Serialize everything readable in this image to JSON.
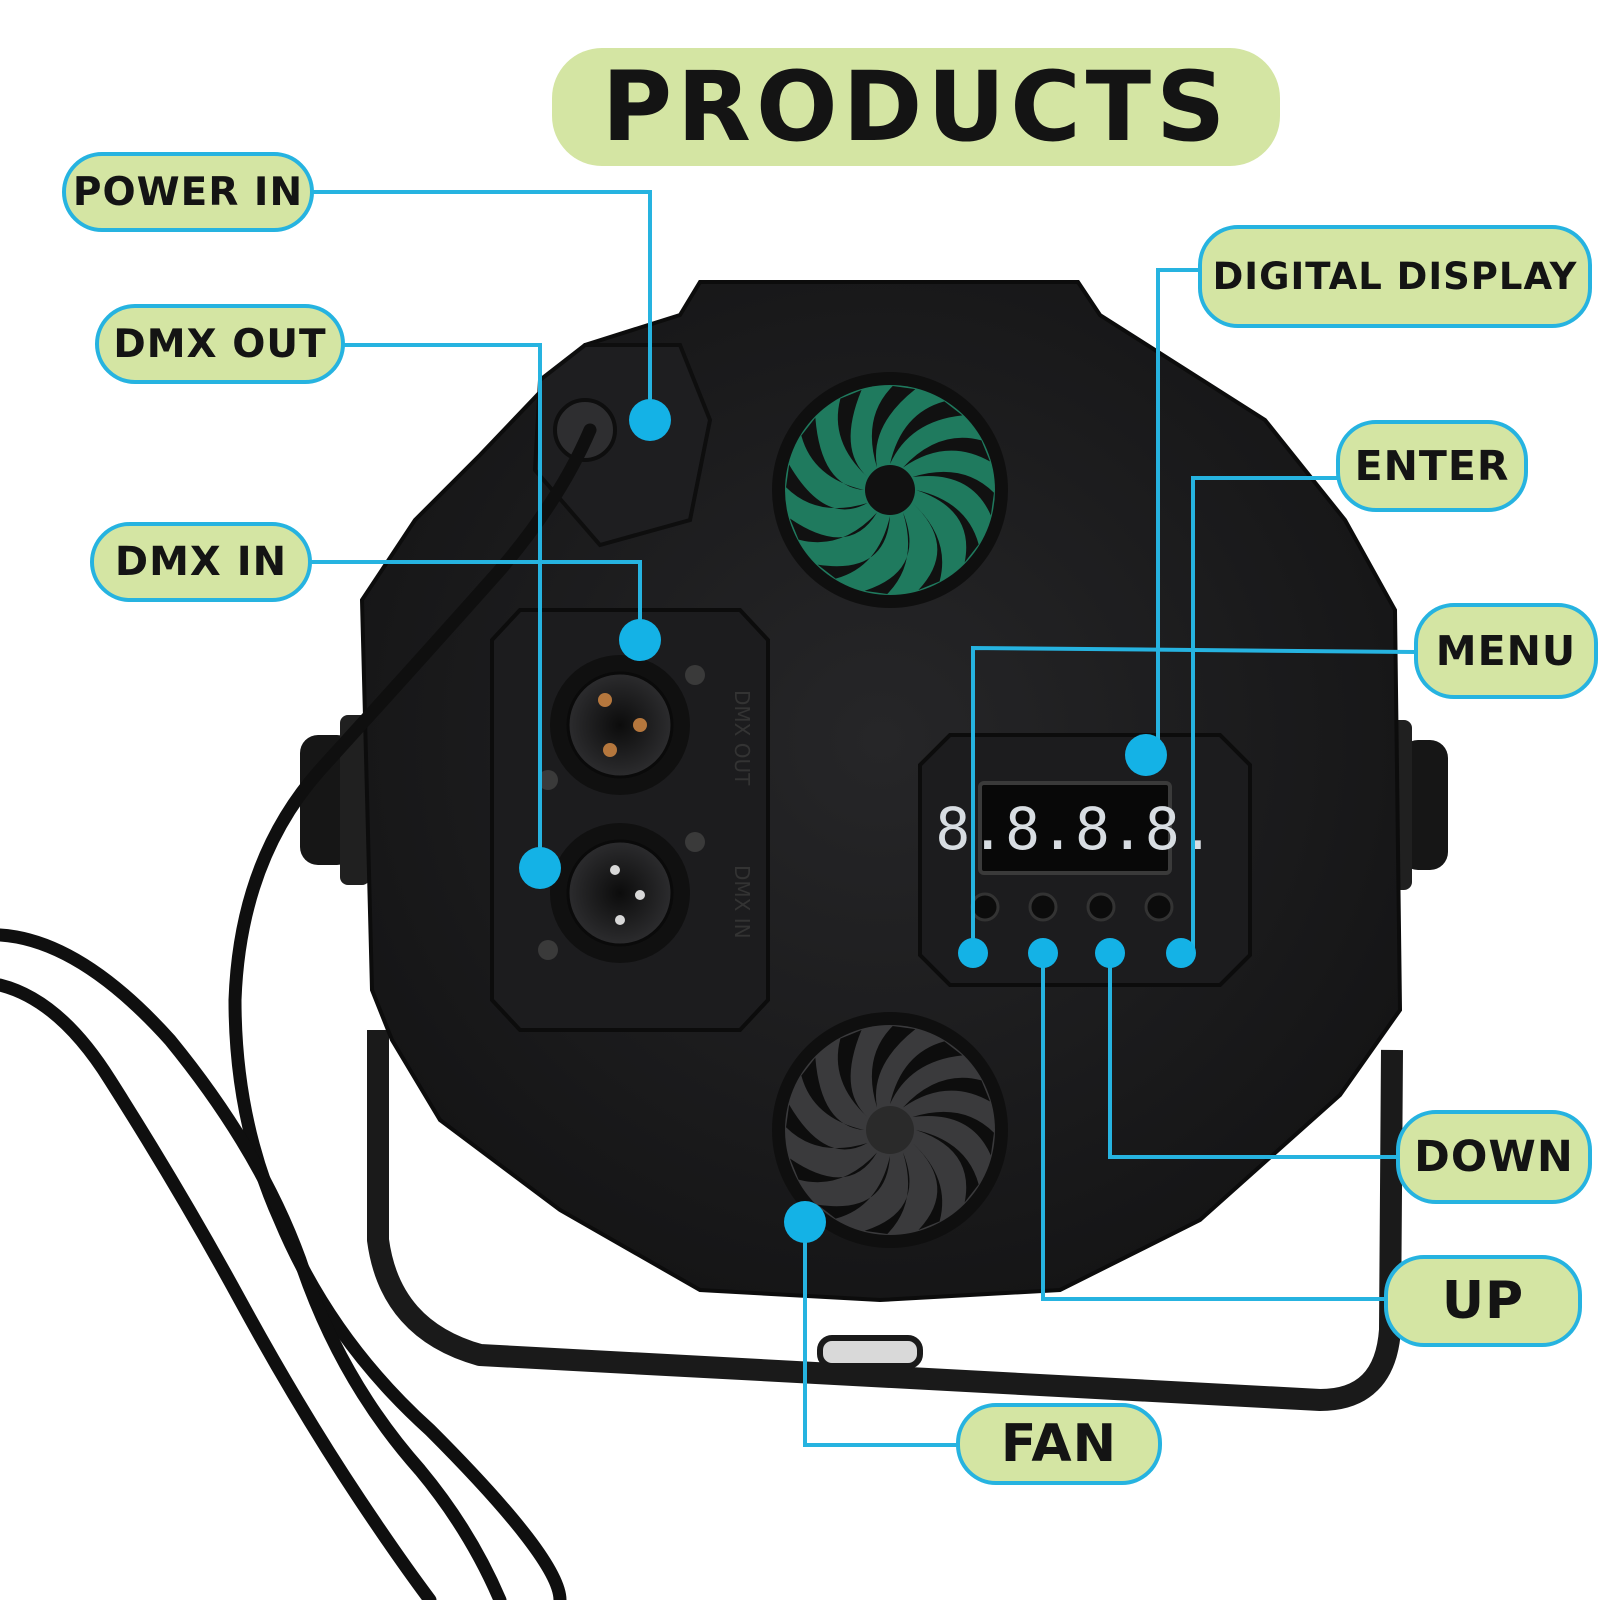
{
  "title": "PRODUCTS",
  "labels": {
    "power_in": "POWER IN",
    "dmx_out": "DMX OUT",
    "dmx_in": "DMX IN",
    "digital_display": "DIGITAL DISPLAY",
    "enter": "ENTER",
    "menu": "MENU",
    "down": "DOWN",
    "up": "UP",
    "fan": "FAN"
  },
  "device": {
    "display_reading": "8.8.8.8.",
    "panel_text_dmx_out": "DMX OUT",
    "panel_text_dmx_in": "DMX IN"
  },
  "colors": {
    "label_fill": "#d4e5a3",
    "label_border": "#26b3e0",
    "callout_line": "#26b3e0",
    "device_body": "#1b1b1d",
    "display_digits": "#d8dde2",
    "fan_grill_top": "#1f7a5e"
  }
}
